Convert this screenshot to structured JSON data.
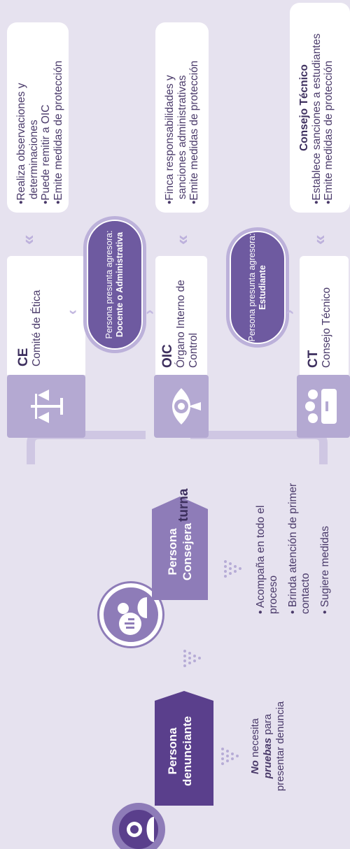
{
  "complainant": {
    "title": "Persona denunciante",
    "note_bold_no": "No",
    "note_1": "necesita",
    "note_bold_pruebas": "pruebas",
    "note_2": "para presentar denuncia",
    "icon": "person-icon"
  },
  "counselor": {
    "title": "Persona Consejera",
    "icon": "counselor-icon",
    "duties": [
      "Acompaña en todo el proceso",
      "Brinda atención de primer contacto",
      "Sugiere medidas"
    ]
  },
  "turn_label": "turna",
  "offenders": [
    {
      "label": "Persona presunta agresora:",
      "type": "Docente o Administrativa"
    },
    {
      "label": "Persona presunta agresora:",
      "type": "Estudiante"
    }
  ],
  "organs": [
    {
      "abbr": "CE",
      "name": "Comité de Ética",
      "icon": "scales-icon",
      "card_title": "",
      "actions": [
        "•Realiza observaciones y",
        "determinaciones",
        "•Puede remitir a OIC",
        "•Emite medidas de protección"
      ]
    },
    {
      "abbr": "OIC",
      "name": "Órgano Interno de Control",
      "icon": "eye-icon",
      "card_title": "",
      "actions": [
        "•Finca responsabilidades y",
        "sanciones administrativas",
        "•Emite medidas de protección"
      ]
    },
    {
      "abbr": "CT",
      "name": "Consejo Técnico",
      "icon": "council-icon",
      "card_title": "Consejo Técnico",
      "actions": [
        "•Establece sanciones a estudiantes",
        "•Emite medidas de protección"
      ]
    }
  ],
  "colors": {
    "primary": "#5a3f8c",
    "light": "#b4a9d2",
    "background": "#e6e2ef"
  }
}
